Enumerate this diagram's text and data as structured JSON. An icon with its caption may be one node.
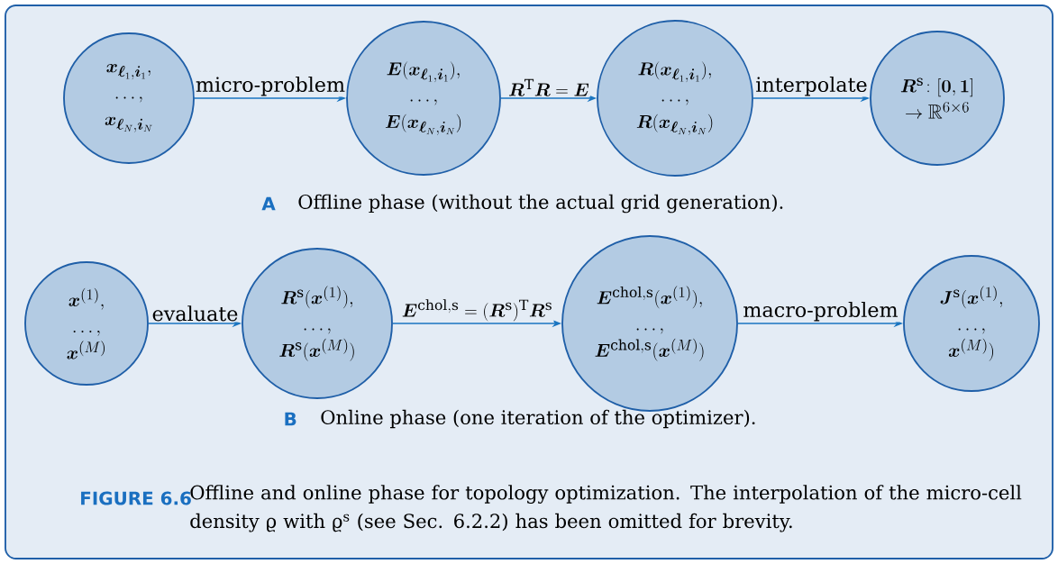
{
  "diagram": {
    "caption": "Offline and online phase for topology optimization. The interpolation of the micro-cell density ϱ with ϱ$^{s}$ (see Sec. 6.2.2) has been omitted for brevity.",
    "nodes": [
      {
        "text": [
          "\\boldsymbol{x}_{\\boldsymbol{\\ell}_1,\\boldsymbol{i}_1},",
          "\\ldots,",
          "\\boldsymbol{x}_{\\boldsymbol{\\ell}_N,\\boldsymbol{i}_N}"
        ]
      },
      {
        "text": [
          "\\boldsymbol{E}(\\boldsymbol{x}_{\\boldsymbol{\\ell}_1,\\boldsymbol{i}_1}),",
          "\\ldots,",
          "\\boldsymbol{E}(\\boldsymbol{x}_{\\boldsymbol{\\ell}_N,\\boldsymbol{i}_N})"
        ]
      },
      {
        "text": [
          "\\boldsymbol{R}(\\boldsymbol{x}_{\\boldsymbol{\\ell}_1,\\boldsymbol{i}_1}),",
          "\\ldots,",
          "\\boldsymbol{R}(\\boldsymbol{x}_{\\boldsymbol{\\ell}_N,\\boldsymbol{i}_N})"
        ]
      },
      {
        "text": [
          "\\boldsymbol{R}^{\\mathrm{s}}\\colon[\\boldsymbol{0},\\boldsymbol{1}]",
          "\\to\\mathbb{R}^{6\\times 6}"
        ]
      },
      {
        "text": [
          "\\boldsymbol{x}^{(1)},",
          "\\ldots,",
          "\\boldsymbol{x}^{(M)}"
        ]
      },
      {
        "text": [
          "\\boldsymbol{R}^{\\mathrm{s}}(\\boldsymbol{x}^{(1)}),",
          "\\ldots,",
          "\\boldsymbol{R}^{\\mathrm{s}}(\\boldsymbol{x}^{(M)})"
        ]
      },
      {
        "text": [
          "\\boldsymbol{E}^{\\mathrm{chol,s}}(\\boldsymbol{x}^{(1)}),",
          "\\ldots,",
          "\\boldsymbol{E}^{\\mathrm{chol,s}}(\\boldsymbol{x}^{(M)})"
        ]
      },
      {
        "text": [
          "\\boldsymbol{J}^{\\mathrm{s}}(\\boldsymbol{x}^{(1)},",
          "\\ldots,",
          "\\boldsymbol{x}^{(M)})"
        ]
      }
    ],
    "edges": [
      {
        "from": 0,
        "to": 1,
        "arrow": "to",
        "label": "micro-problem"
      },
      {
        "from": 1,
        "to": 2,
        "arrow": "to",
        "label": "\\boldsymbol{R}^{\\mathrm{T}}\\boldsymbol{R}=\\boldsymbol{E}"
      },
      {
        "from": 2,
        "to": 3,
        "arrow": "to",
        "label": "interpolate"
      },
      {
        "from": 4,
        "to": 5,
        "arrow": "to",
        "label": "evaluate"
      },
      {
        "from": 5,
        "to": 6,
        "arrow": "to",
        "label": "\\boldsymbol{E}^{\\mathrm{chol,s}}=(\\boldsymbol{R}^{\\mathrm{s}})^{\\mathrm{T}}\\boldsymbol{R}^{\\mathrm{s}}"
      },
      {
        "from": 6,
        "to": 7,
        "arrow": "to",
        "label": "macro-problem"
      }
    ],
    "labels": [
      "A",
      "Offline phase (without the actual grid generation).",
      "B",
      "Online phase (one iteration of the optimizer).",
      "FIGURE 6.6"
    ]
  }
}
